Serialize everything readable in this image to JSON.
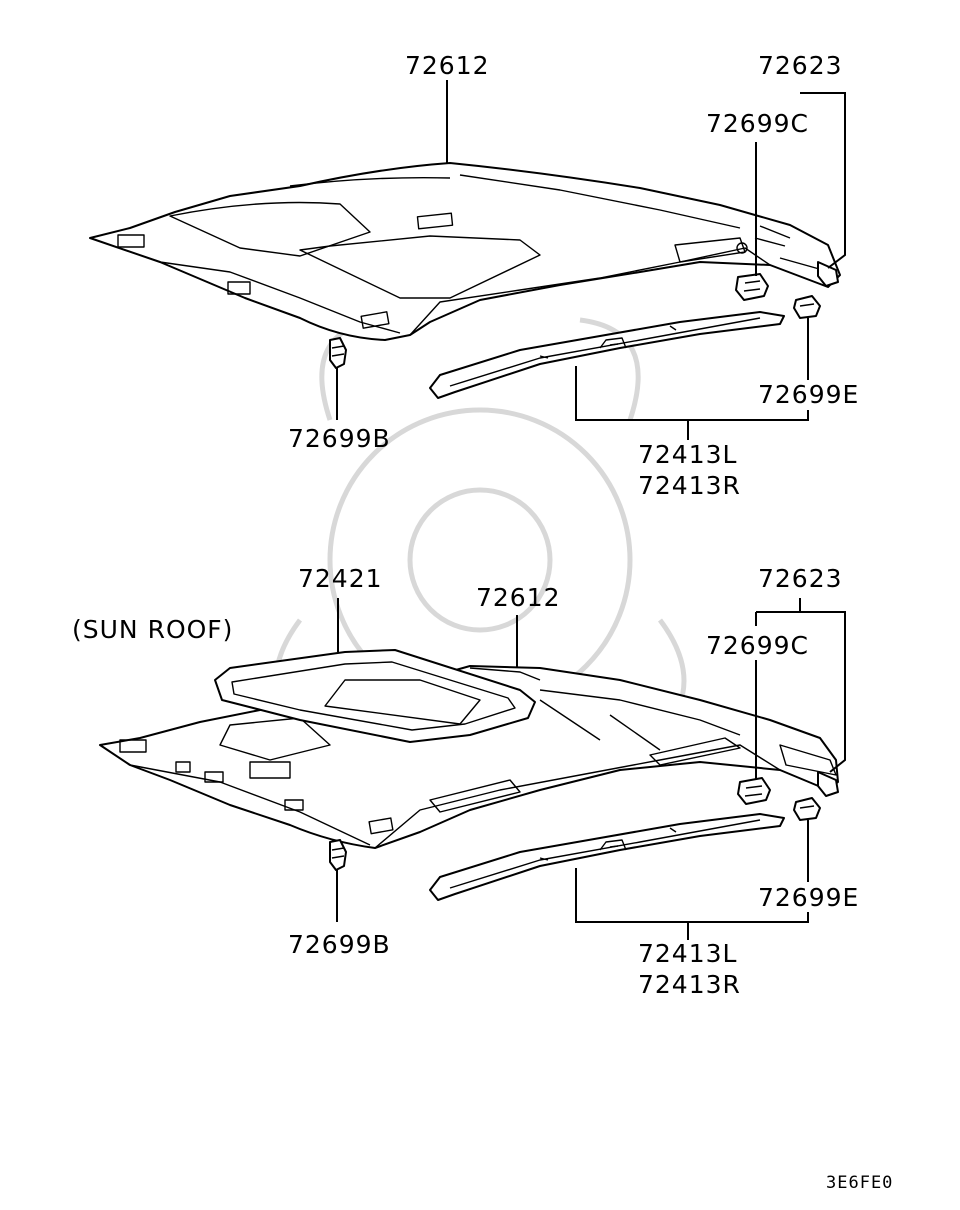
{
  "diagram": {
    "code": "3E6FE0",
    "upper": {
      "labels": {
        "headlining": "72612",
        "bracket_group": "72623",
        "clip_c": "72699C",
        "clip_e": "72699E",
        "screw_b": "72699B",
        "rail_l": "72413L",
        "rail_r": "72413R"
      }
    },
    "lower": {
      "title": "(SUN ROOF)",
      "labels": {
        "sunroof_trim": "72421",
        "headlining": "72612",
        "bracket_group": "72623",
        "clip_c": "72699C",
        "clip_e": "72699E",
        "screw_b": "72699B",
        "rail_l": "72413L",
        "rail_r": "72413R"
      }
    }
  }
}
